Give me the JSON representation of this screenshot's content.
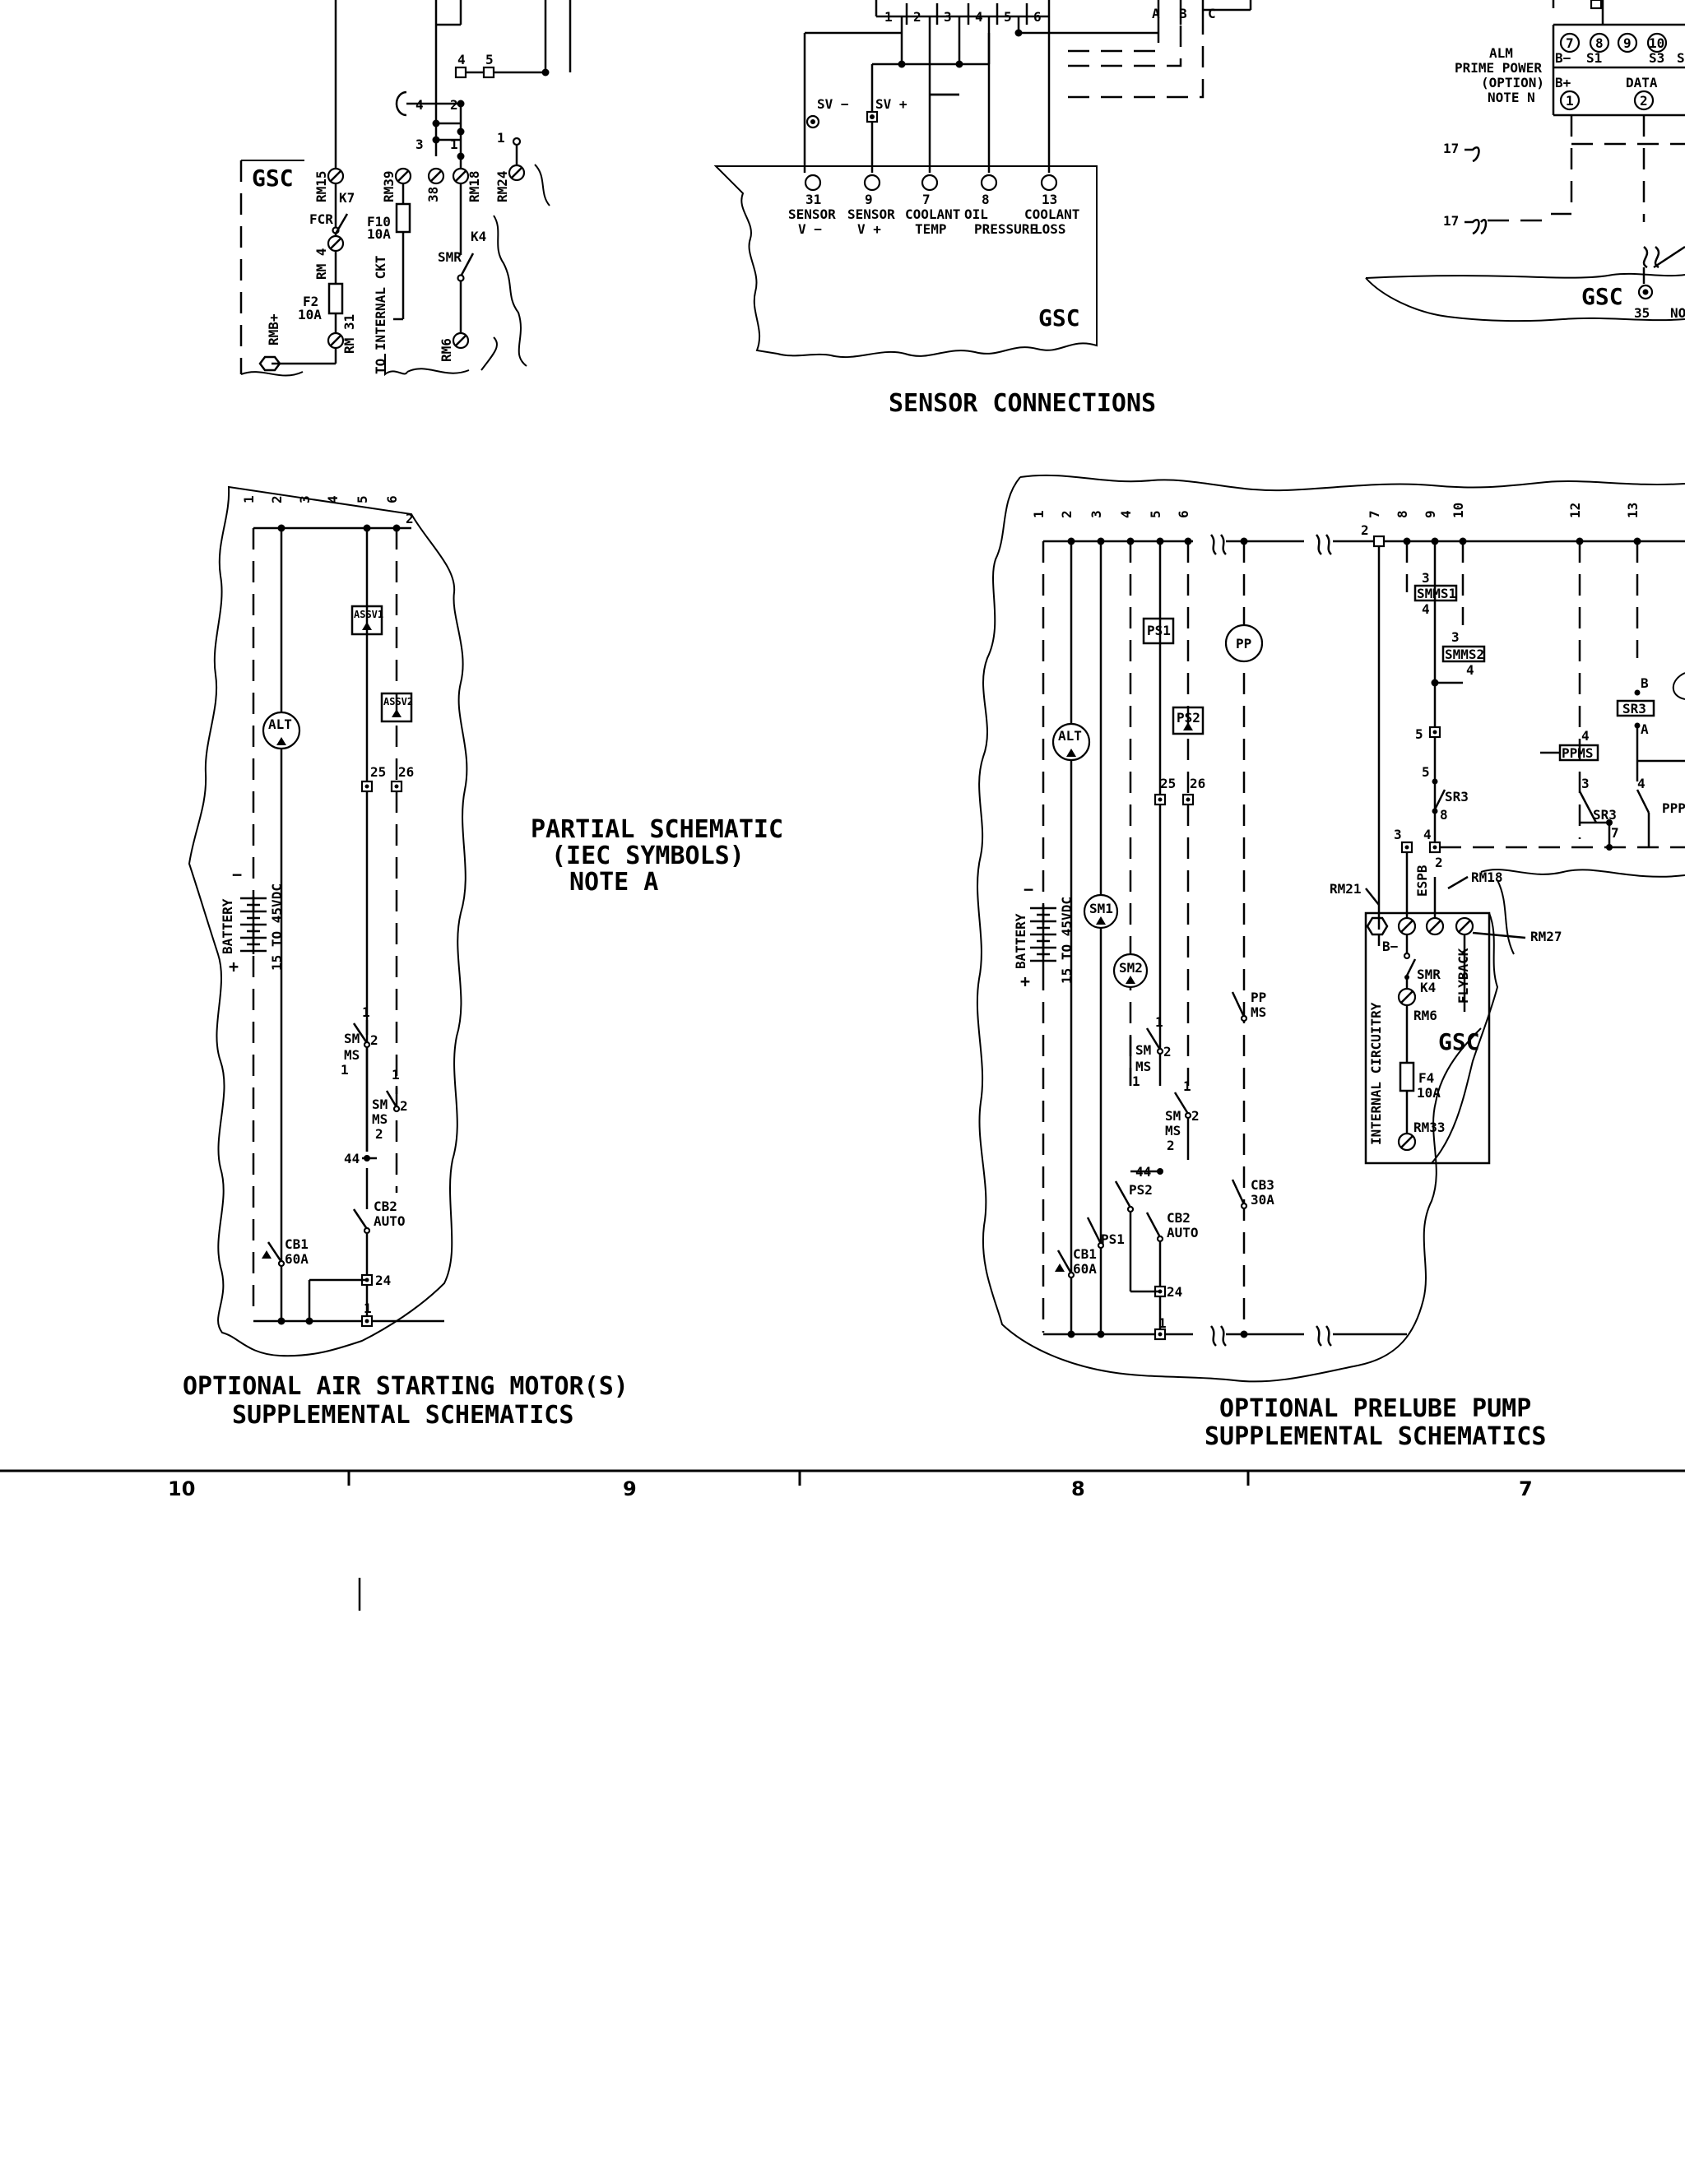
{
  "top_left": {
    "gsc": "GSC",
    "rm15": "RM15",
    "k7": "K7",
    "fcr": "FCR",
    "rm4": "RM 4",
    "f2": "F2",
    "f2_rating": "10A",
    "rmb_plus": "RMB+",
    "rm31": "RM 31",
    "rm39": "RM39",
    "f10": "F10",
    "f10_rating": "10A",
    "to_internal_ckt": "TO INTERNAL CKT",
    "t38": "38",
    "rm18": "RM18",
    "rm24": "RM24",
    "k4": "K4",
    "smr": "SMR",
    "rm6": "RM6",
    "n4a": "4",
    "n5": "5",
    "n4b": "4",
    "n2": "2",
    "n3": "3",
    "n1a": "1",
    "n1b": "1"
  },
  "sensor": {
    "title": "SENSOR CONNECTIONS",
    "gsc": "GSC",
    "sv_minus": "SV −",
    "sv_plus": "SV +",
    "top_numbers": [
      "1",
      "2",
      "3",
      "4",
      "5",
      "6"
    ],
    "abc": [
      "A",
      "B",
      "C"
    ],
    "terminals": [
      {
        "num": "31",
        "l1": "SENSOR",
        "l2": "V −"
      },
      {
        "num": "9",
        "l1": "SENSOR",
        "l2": "V +"
      },
      {
        "num": "7",
        "l1": "COOLANT",
        "l2": "TEMP"
      },
      {
        "num": "8",
        "l1": "OIL",
        "l2": "PRESSURE"
      },
      {
        "num": "13",
        "l1": "COOLANT",
        "l2": "LOSS"
      }
    ]
  },
  "top_right": {
    "alm": "ALM",
    "prime_power": "PRIME POWER",
    "option": "(OPTION)",
    "note_n": "NOTE N",
    "terminals": [
      "7",
      "8",
      "9",
      "10"
    ],
    "b_minus": "B−",
    "s1": "S1",
    "s3": "S3",
    "s_cut": "S",
    "b_plus": "B+",
    "data": "DATA",
    "t1": "1",
    "t2": "2",
    "w17a": "17",
    "w17b": "17",
    "gsc": "GSC",
    "t35": "35",
    "no_cut": "NO"
  },
  "partial": {
    "l1": "PARTIAL SCHEMATIC",
    "l2": "(IEC SYMBOLS)",
    "l3": "NOTE A"
  },
  "air": {
    "title_1": "OPTIONAL AIR STARTING MOTOR(S)",
    "title_2": "SUPPLEMENTAL SCHEMATICS",
    "wires": [
      "1",
      "2",
      "3",
      "4",
      "5",
      "6"
    ],
    "n2": "2",
    "assv1": "ASSV1",
    "assv2": "ASSV2",
    "alt": "ALT",
    "t25": "25",
    "t26": "26",
    "battery": "BATTERY",
    "volt": "15 TO 45VDC",
    "minus": "−",
    "plus": "+",
    "sm1_a": "SM",
    "sm1_b": "MS",
    "sm1_c": "1",
    "sm1_2": "2",
    "sm1_1": "1",
    "sm2_a": "SM",
    "sm2_b": "MS",
    "sm2_c": "2",
    "sm2_2": "2",
    "sm2_1": "1",
    "t44": "44",
    "cb2": "CB2",
    "auto": "AUTO",
    "cb1": "CB1",
    "cb1_rating": "60A",
    "t24": "24",
    "t1": "1"
  },
  "prelube": {
    "title_1": "OPTIONAL PRELUBE PUMP",
    "title_2": "SUPPLEMENTAL SCHEMATICS",
    "wires": [
      "1",
      "2",
      "3",
      "4",
      "5",
      "6",
      "7",
      "8",
      "9",
      "10",
      "12",
      "13"
    ],
    "n2": "2",
    "smms1": "SMMS1",
    "smms2": "SMMS2",
    "n3a": "3",
    "n4a": "4",
    "n3b": "3",
    "n4b": "4",
    "ps1": "PS1",
    "ps2": "PS2",
    "pp": "PP",
    "alt": "ALT",
    "t25": "25",
    "t26": "26",
    "t5a": "5",
    "t5b": "5",
    "sr3": "SR3",
    "t8": "8",
    "t3": "3",
    "t4": "4",
    "ppms": "PPMS",
    "n4c": "4",
    "n3c": "3",
    "sr3b": "SR3",
    "t7": "7",
    "sr3c": "SR3",
    "b": "B",
    "a": "A",
    "n4d": "4",
    "ppp": "PPP",
    "rm21": "RM21",
    "espb": "ESPB",
    "t2b": "2",
    "rm18": "RM18",
    "rm27": "RM27",
    "b_minus": "B−",
    "flyback": "FLYBACK",
    "smr": "SMR",
    "k4": "K4",
    "rm6": "RM6",
    "gsc": "GSC",
    "internal": "INTERNAL CIRCUITRY",
    "f4": "F4",
    "f4_rating": "10A",
    "rm33": "RM33",
    "battery": "BATTERY",
    "volt": "15 TO 45VDC",
    "minus": "−",
    "plus": "+",
    "sm1": "SM1",
    "sm2": "SM2",
    "smms1_a": "SM",
    "smms1_b": "MS",
    "smms1_c": "1",
    "smms1_2": "2",
    "smms1_1": "1",
    "smms2_a": "SM",
    "smms2_b": "MS",
    "smms2_c": "2",
    "smms2_2": "2",
    "smms2_1": "1",
    "pp_a": "PP",
    "pp_b": "MS",
    "t44": "44",
    "ps2b": "PS2",
    "ps1b": "PS1",
    "cb2": "CB2",
    "auto": "AUTO",
    "cb1": "CB1",
    "cb1_rating": "60A",
    "cb3": "CB3",
    "cb3_rating": "30A",
    "t24": "24",
    "t1": "1"
  },
  "zones": [
    "10",
    "9",
    "8",
    "7"
  ]
}
